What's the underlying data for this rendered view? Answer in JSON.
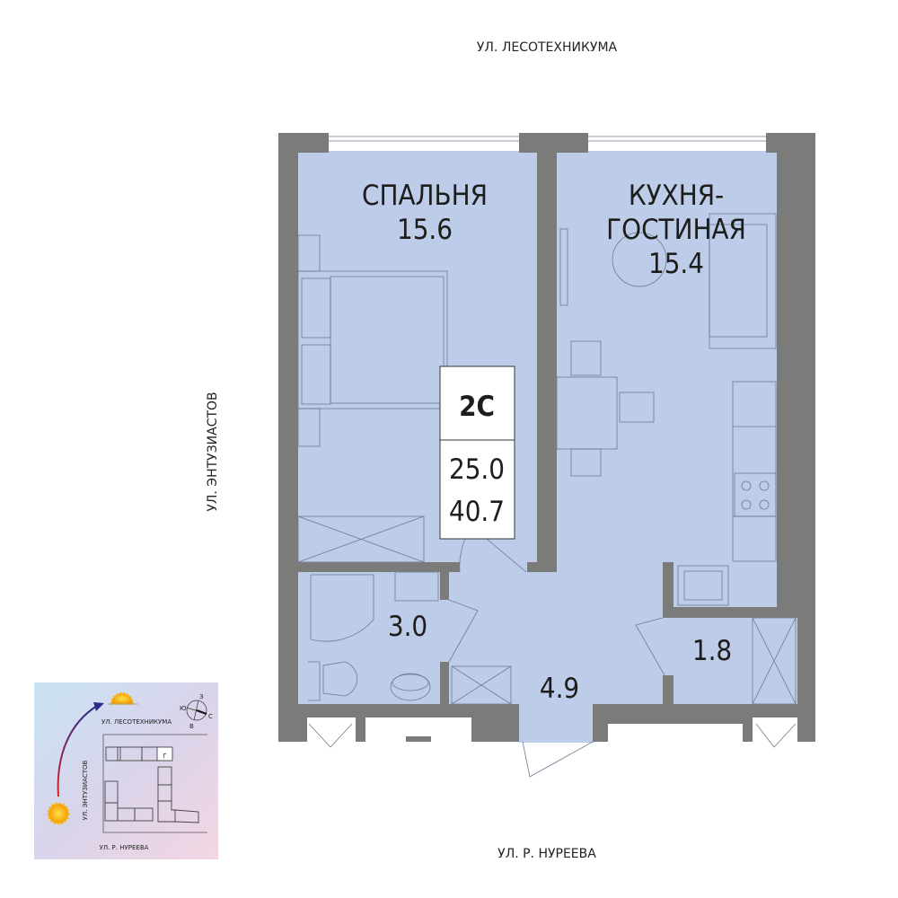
{
  "streets": {
    "north": "УЛ. ЛЕСОТЕХНИКУМА",
    "west": "УЛ. ЭНТУЗИАСТОВ",
    "south": "УЛ. Р. НУРЕЕВА"
  },
  "rooms": {
    "bedroom": {
      "name": "СПАЛЬНЯ",
      "area": "15.6"
    },
    "kitchen": {
      "name_line1": "КУХНЯ-",
      "name_line2": "ГОСТИНАЯ",
      "area": "15.4"
    },
    "bathroom": {
      "area": "3.0"
    },
    "hall": {
      "area": "4.9"
    },
    "storage": {
      "area": "1.8"
    }
  },
  "info_box": {
    "type": "2С",
    "living_area": "25.0",
    "total_area": "40.7"
  },
  "minimap": {
    "north_street": "УЛ. ЛЕСОТЕХНИКУМА",
    "west_street": "УЛ. ЭНТУЗИАСТОВ",
    "south_street": "УЛ. Р. НУРЕЕВА",
    "section_label": "Г",
    "compass": {
      "n": "З",
      "w": "Ю",
      "e": "С",
      "s": "В"
    }
  },
  "colors": {
    "wall": "#7b7c79",
    "room_fill": "#bccce9"
  }
}
